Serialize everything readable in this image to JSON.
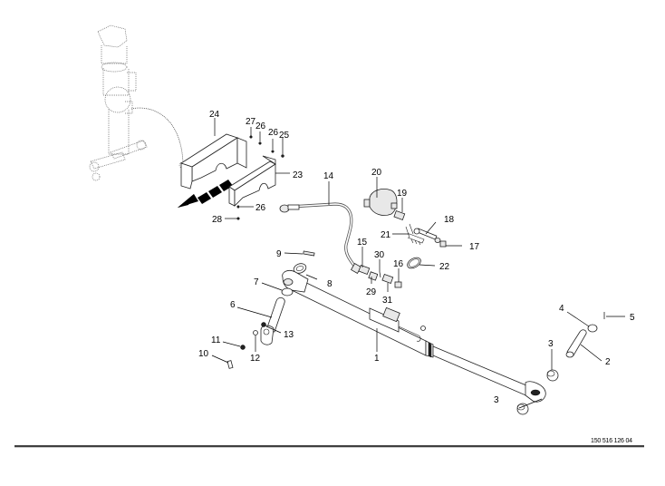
{
  "diagram": {
    "drawing_number": "150 516 126 04",
    "part_labels": {
      "p1": "1",
      "p2": "2",
      "p3a": "3",
      "p3b": "3",
      "p4": "4",
      "p5": "5",
      "p6": "6",
      "p7": "7",
      "p8": "8",
      "p9": "9",
      "p10": "10",
      "p11": "11",
      "p12": "12",
      "p13": "13",
      "p14": "14",
      "p15": "15",
      "p16": "16",
      "p17": "17",
      "p18": "18",
      "p19": "19",
      "p20": "20",
      "p21": "21",
      "p22": "22",
      "p23": "23",
      "p24": "24",
      "p25": "25",
      "p26a": "26",
      "p26b": "26",
      "p26c": "26",
      "p27": "27",
      "p28": "28",
      "p29": "29",
      "p30": "30",
      "p31": "31"
    },
    "icons": {
      "direction_arrow": "forward-direction-arrow-icon"
    }
  }
}
